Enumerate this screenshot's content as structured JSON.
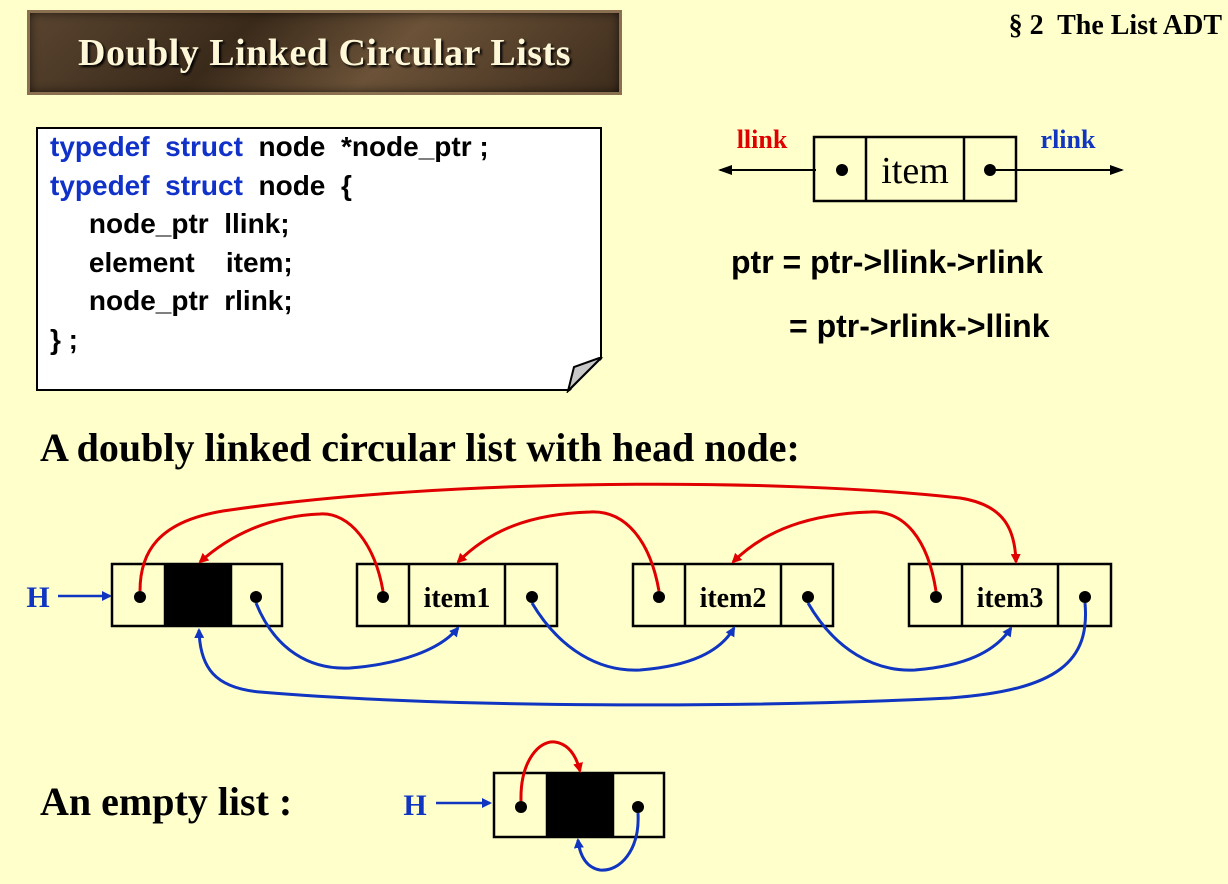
{
  "header": {
    "title": "Doubly Linked Circular Lists",
    "section": "§ 2  The List ADT"
  },
  "code": {
    "line1": {
      "kw": "typedef  struct",
      "rest": "  node  *node_ptr ;"
    },
    "line2": {
      "kw": "typedef  struct",
      "rest": "  node  {"
    },
    "line3": "     node_ptr  llink;",
    "line4": "     element    item;",
    "line5": "     node_ptr  rlink;",
    "line6": "} ;"
  },
  "node_diagram": {
    "llink_label": "llink",
    "rlink_label": "rlink",
    "item_label": "item"
  },
  "equations": {
    "line1": "ptr = ptr->llink->rlink",
    "line2": "= ptr->rlink->llink"
  },
  "list_section": {
    "heading": "A doubly linked circular list with head node:",
    "head_label": "H",
    "nodes": [
      "item1",
      "item2",
      "item3"
    ]
  },
  "empty_section": {
    "heading": "An empty list :",
    "head_label": "H"
  },
  "colors": {
    "background": "#ffffcc",
    "llink_red": "#e00000",
    "rlink_blue": "#1035c0",
    "keyword_blue": "#1032c8"
  }
}
